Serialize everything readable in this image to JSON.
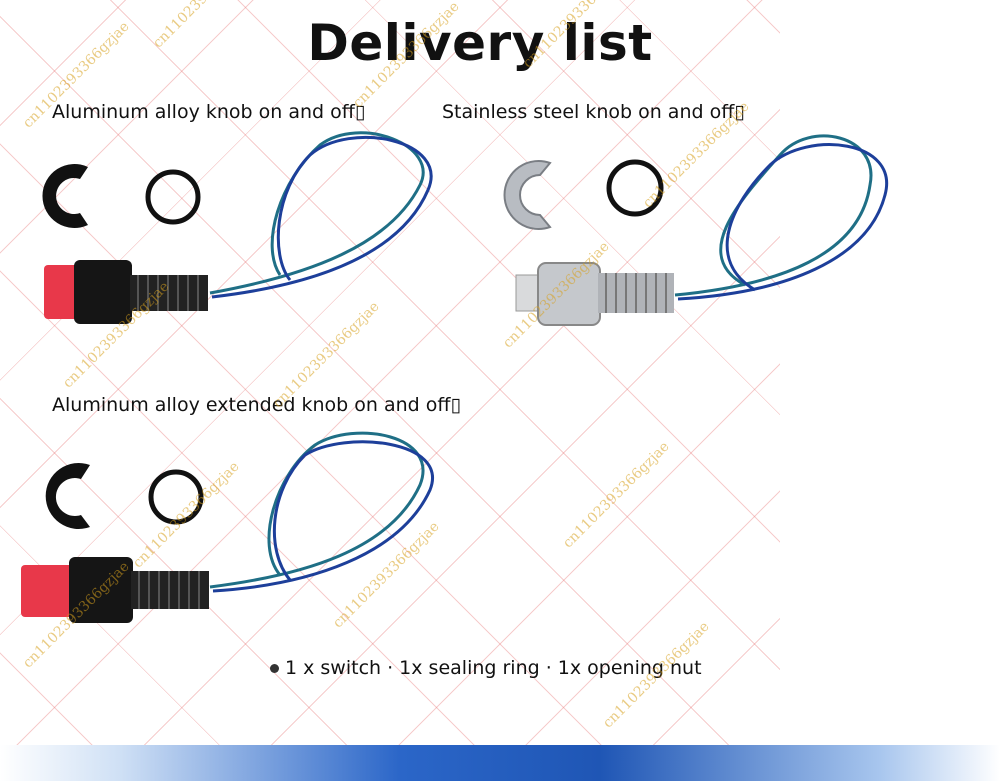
{
  "title": "Delivery list",
  "labels": {
    "aluminum": "Aluminum alloy knob on and off▯",
    "stainless": "Stainless steel knob on and off▯",
    "extended": "Aluminum alloy extended knob on and off▯"
  },
  "footnote": "1 x switch · 1x sealing ring · 1x opening nut",
  "watermark": "cn1102393366gzjae",
  "colors": {
    "knob_red": "#e8384a",
    "nut_black": "#111111",
    "wire_teal": "#1f6f86",
    "wire_blue": "#1d3f9a",
    "steel": "#b8bcc2"
  }
}
